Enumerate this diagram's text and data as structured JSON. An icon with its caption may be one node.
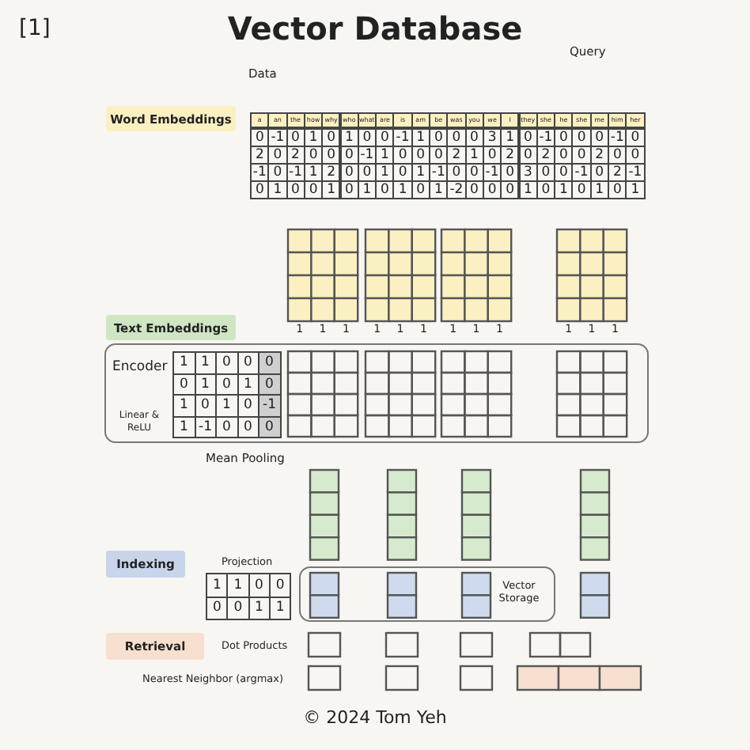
{
  "diagram": {
    "title": "Vector Database",
    "nodes": [
      {
        "text": [
          "Word Embeddings"
        ]
      },
      {
        "text": [
          "Text Embeddings"
        ]
      },
      {
        "text": [
          "Encoder",
          "Linear & ReLU"
        ]
      },
      {
        "text": [
          "Indexing"
        ]
      },
      {
        "text": [
          "Vector Storage"
        ]
      },
      {
        "text": [
          "Retrieval"
        ]
      }
    ],
    "labels": [
      "[1]",
      "Query",
      "Data",
      "a",
      "an",
      "the",
      "how",
      "why",
      "who",
      "what",
      "are",
      "is",
      "am",
      "be",
      "was",
      "you",
      "we",
      "I",
      "they",
      "she",
      "he",
      "she",
      "me",
      "him",
      "her",
      "0",
      "-1",
      "0",
      "1",
      "0",
      "1",
      "0",
      "0",
      "-1",
      "1",
      "0",
      "0",
      "0",
      "3",
      "1",
      "0",
      "-1",
      "0",
      "0",
      "0",
      "-1",
      "0",
      "2",
      "0",
      "2",
      "0",
      "0",
      "0",
      "-1",
      "1",
      "0",
      "0",
      "0",
      "2",
      "1",
      "0",
      "2",
      "0",
      "2",
      "0",
      "0",
      "2",
      "0",
      "0",
      "-1",
      "0",
      "-1",
      "1",
      "2",
      "0",
      "0",
      "1",
      "0",
      "1",
      "-1",
      "0",
      "0",
      "-1",
      "0",
      "3",
      "0",
      "0",
      "-1",
      "0",
      "2",
      "-1",
      "0",
      "1",
      "0",
      "0",
      "1",
      "0",
      "1",
      "0",
      "1",
      "0",
      "1",
      "-2",
      "0",
      "0",
      "0",
      "1",
      "0",
      "1",
      "0",
      "1",
      "0",
      "1",
      "1",
      "1",
      "1",
      "1",
      "1",
      "1",
      "1",
      "1",
      "1",
      "1",
      "1",
      "1",
      "1",
      "1",
      "0",
      "0",
      "0",
      "0",
      "1",
      "0",
      "1",
      "0",
      "1",
      "0",
      "1",
      "0",
      "-1",
      "1",
      "-1",
      "0",
      "0",
      "0",
      "Mean Pooling",
      "Projection",
      "1",
      "1",
      "0",
      "0",
      "0",
      "0",
      "1",
      "1",
      "Dot Products",
      "Nearest Neighbor (argmax)",
      "© 2024 Tom Yeh"
    ]
  }
}
